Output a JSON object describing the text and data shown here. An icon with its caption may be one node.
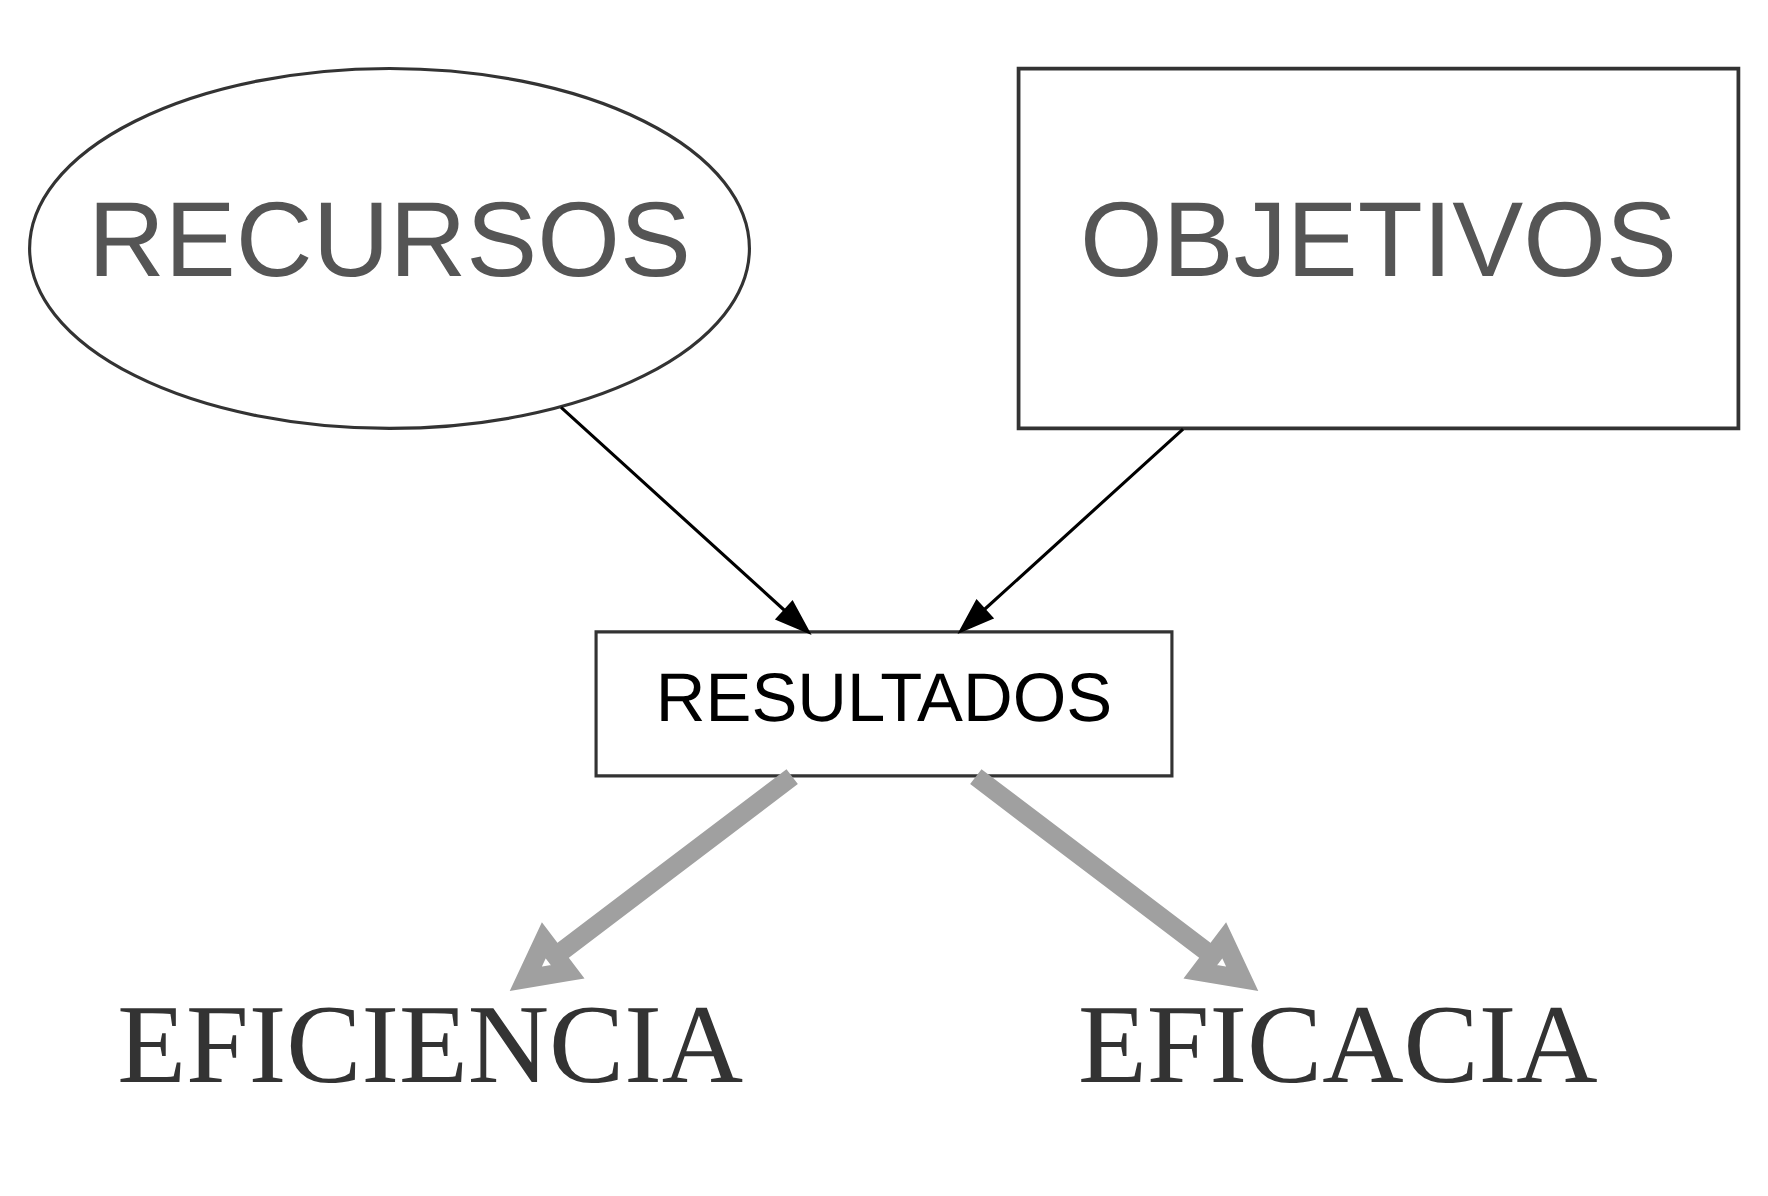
{
  "diagram": {
    "nodes": [
      {
        "text": [
          "RECURSOS"
        ]
      },
      {
        "text": [
          "OBJETIVOS"
        ]
      },
      {
        "text": [
          "RESULTADOS"
        ]
      },
      {
        "text": [
          "EFICIENCIA"
        ]
      },
      {
        "text": [
          "EFICACIA"
        ]
      }
    ],
    "edges": [
      {
        "from": 0,
        "to": 2,
        "arrow": "to"
      },
      {
        "from": 1,
        "to": 2,
        "arrow": "to"
      },
      {
        "from": 2,
        "to": 3,
        "arrow": "to",
        "style": "thick",
        "color": "#a0a0a0"
      },
      {
        "from": 2,
        "to": 4,
        "arrow": "to",
        "style": "thick",
        "color": "#a0a0a0"
      }
    ]
  }
}
